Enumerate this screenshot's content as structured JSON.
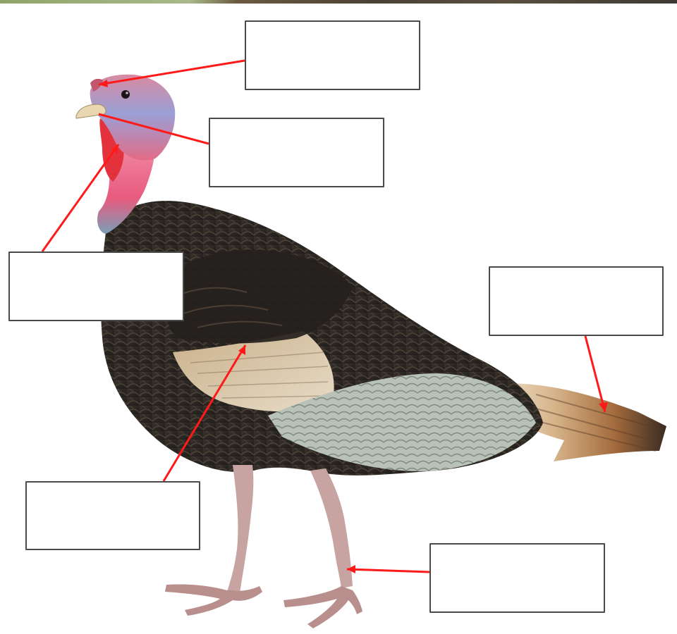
{
  "diagram": {
    "subject": "turkey",
    "label_boxes": [
      {
        "id": "snood",
        "text": ""
      },
      {
        "id": "beak",
        "text": ""
      },
      {
        "id": "wattle",
        "text": ""
      },
      {
        "id": "tail",
        "text": ""
      },
      {
        "id": "wing",
        "text": ""
      },
      {
        "id": "feet",
        "text": ""
      }
    ],
    "colors": {
      "pointer": "#ff1a1a",
      "box_border": "#4a4a4a",
      "body_dark": "#2b2723",
      "wing_light": "#d9c9ad",
      "tail_brown": "#9a6a3f",
      "head_blue": "#9aa6d8",
      "wattle_red": "#e3323c",
      "legs": "#c7a4a1"
    }
  }
}
